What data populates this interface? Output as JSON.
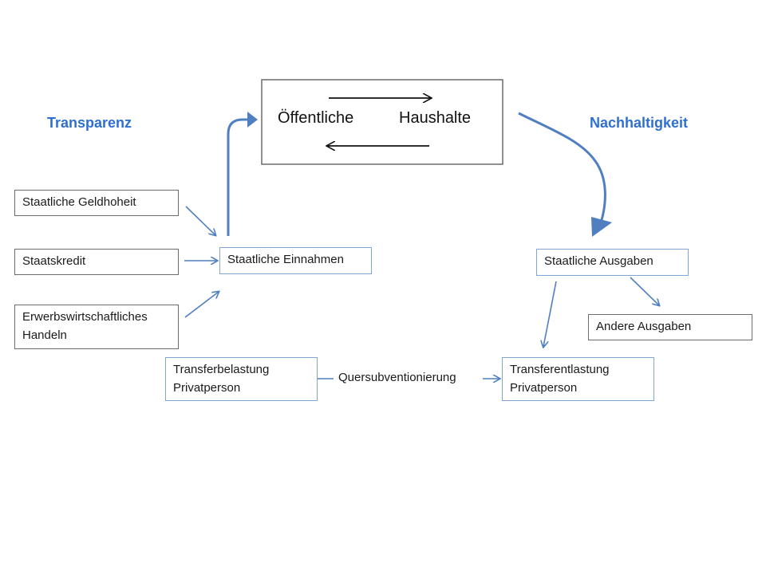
{
  "headings": {
    "left": "Transparenz",
    "right": "Nachhaltigkeit"
  },
  "center": {
    "word_left": "Öffentliche",
    "word_right": "Haushalte"
  },
  "sources": [
    "Staatliche Geldhoheit",
    "Staatskredit",
    "Erwerbswirtschaftliches Handeln"
  ],
  "revenue": "Staatliche Einnahmen",
  "expenditure": "Staatliche Ausgaben",
  "other_expenses": "Andere Ausgaben",
  "transfer_burden": "Transferbelastung Privatperson",
  "transfer_relief": "Transferentlastung Privatperson",
  "cross_subsidy": "Quersubventionierung",
  "colors": {
    "accent_heading": "#2f6fd0",
    "arrow_blue": "#4f7fc0",
    "box_blue_border": "#7fa6d6",
    "box_gray_border": "#6b6b6b"
  }
}
